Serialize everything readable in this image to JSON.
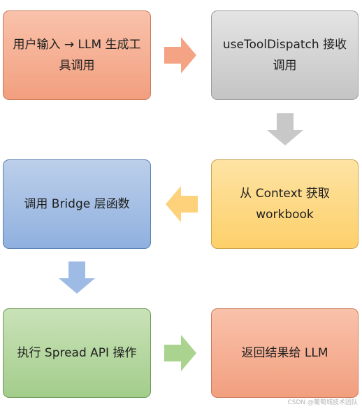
{
  "steps": [
    {
      "text": "用户输入 → LLM 生成工具调用",
      "color": "#f4a98a"
    },
    {
      "text": "useToolDispatch 接收调用",
      "color": "#cfcfcf"
    },
    {
      "text": "调用 Bridge 层函数",
      "color": "#9fbbe3"
    },
    {
      "text": "从 Context 获取 workbook",
      "color": "#fed67f"
    },
    {
      "text": "执行 Spread API 操作",
      "color": "#addb96"
    },
    {
      "text": "返回结果给 LLM",
      "color": "#f4a98a"
    }
  ],
  "arrows": [
    {
      "from": "step-1",
      "to": "step-2",
      "direction": "right",
      "color": "#f4a384"
    },
    {
      "from": "step-2",
      "to": "step-4",
      "direction": "down",
      "color": "#c8c8c8"
    },
    {
      "from": "step-4",
      "to": "step-3",
      "direction": "left",
      "color": "#fdd27a"
    },
    {
      "from": "step-3",
      "to": "step-5",
      "direction": "down",
      "color": "#9ebbe6"
    },
    {
      "from": "step-5",
      "to": "step-6",
      "direction": "right",
      "color": "#a9d38f"
    }
  ],
  "watermark": "CSDN @葡萄城技术团队"
}
